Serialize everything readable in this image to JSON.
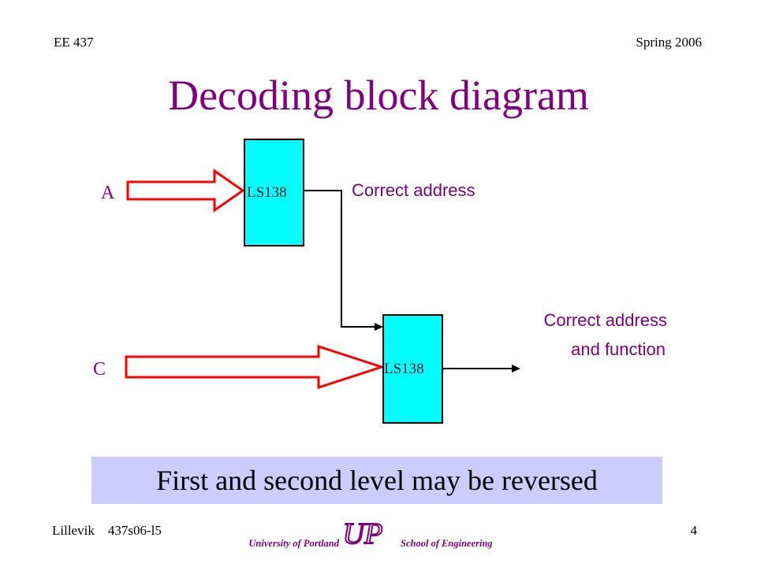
{
  "header": {
    "course": "EE 437",
    "term": "Spring 2006"
  },
  "title": "Decoding block diagram",
  "diagram": {
    "chip1": {
      "label": "LS138"
    },
    "chip2": {
      "label": "LS138"
    },
    "input_a": "A",
    "input_c": "C",
    "output1": "Correct address",
    "output2_line1": "Correct address",
    "output2_line2": "and function"
  },
  "note": "First and second level may be reversed",
  "footer": {
    "author": "Lillevik    437s06-l5",
    "page": "4",
    "logo": {
      "left_text": "University of Portland",
      "mark": "UP",
      "right_text": "School of Engineering"
    }
  },
  "colors": {
    "title": "#800080",
    "chip_fill": "#00ffff",
    "arrow": "#ff0000",
    "note_bg": "#ccccff"
  }
}
